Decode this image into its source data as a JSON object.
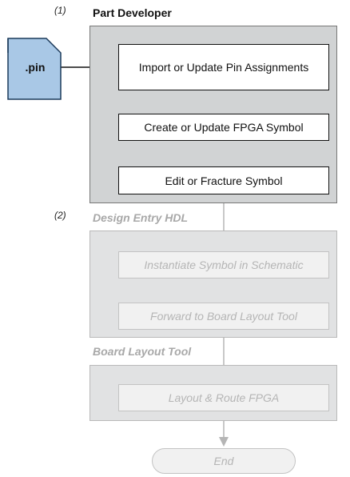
{
  "steps": [
    {
      "number": "(1)",
      "title": "Part Developer",
      "items": [
        "Import or Update Pin Assignments",
        "Create or Update FPGA Symbol",
        "Edit or Fracture Symbol"
      ]
    },
    {
      "number": "(2)",
      "title": "Design Entry HDL",
      "items": [
        "Instantiate Symbol in Schematic",
        "Forward to Board Layout Tool"
      ]
    },
    {
      "number": "",
      "title": "Board Layout Tool",
      "items": [
        "Layout & Route FPGA"
      ]
    }
  ],
  "input_file": {
    "label": ".pin",
    "icon": "file-icon",
    "color": "#a9c8e6"
  },
  "end_label": "End",
  "colors": {
    "active_panel": "#d1d3d4",
    "inactive_panel": "#e1e2e3",
    "inactive_text": "#b5b5b5",
    "file_fill": "#a9c8e6"
  }
}
